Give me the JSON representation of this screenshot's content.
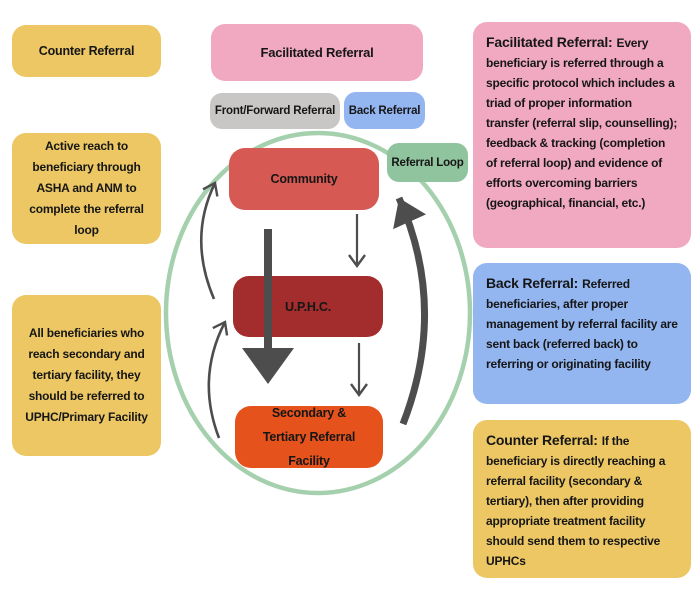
{
  "colors": {
    "yellow": "#ECC763",
    "pink": "#F0A9C0",
    "blue": "#93B5F0",
    "gray": "#C9C7C5",
    "green_box": "#90C49F",
    "ellipse": "#A5D0AD",
    "community": "#D65954",
    "uphc": "#A32C2C",
    "orange": "#E5521C",
    "arrow": "#4D4D4D",
    "text": "#161616"
  },
  "left_column": {
    "boxes": [
      {
        "text": "Counter Referral"
      },
      {
        "text": "Active reach to beneficiary through ASHA and ANM to complete the referral loop"
      },
      {
        "text": "All beneficiaries who reach secondary and tertiary facility, they should be referred to UPHC/Primary Facility"
      }
    ]
  },
  "diagram": {
    "facilitated_label": "Facilitated Referral",
    "front_label": "Front/Forward Referral",
    "back_label": "Back Referral",
    "loop_label": "Referral Loop",
    "nodes": [
      {
        "label": "Community"
      },
      {
        "label": "U.P.H.C."
      },
      {
        "label": "Secondary & Tertiary Referral Facility"
      }
    ]
  },
  "right_column": {
    "boxes": [
      {
        "heading": "Facilitated Referral:",
        "body": "Every beneficiary is referred through a specific protocol which includes a triad of proper information transfer (referral slip, counselling); feedback & tracking (completion of referral loop) and evidence of efforts overcoming barriers (geographical, financial, etc.)"
      },
      {
        "heading": "Back Referral:",
        "body": "Referred beneficiaries, after proper management by referral facility are sent back (referred back) to referring or originating facility"
      },
      {
        "heading": "Counter Referral:",
        "body": "If the beneficiary is directly reaching a referral facility (secondary & tertiary), then after providing appropriate treatment facility should send them to respective UPHCs"
      }
    ]
  }
}
